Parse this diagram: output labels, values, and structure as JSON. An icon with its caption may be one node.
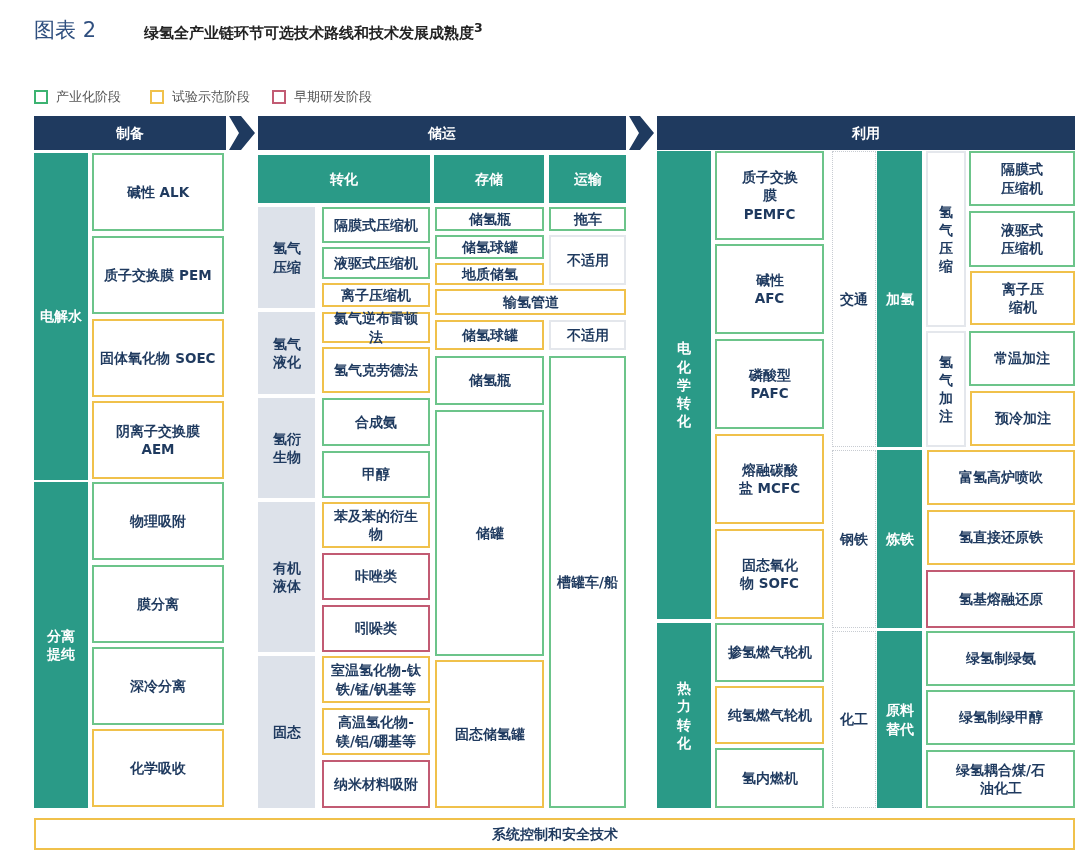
{
  "diagram": {
    "title": "绿氢全产业链环节可选技术路线和技术发展成熟度$^{3}$",
    "labels": [
      "图表 2"
    ],
    "legend": [
      {
        "text": "产业化阶段",
        "color": "#3cb371"
      },
      {
        "text": "试验示范阶段",
        "color": "#f0c14b"
      },
      {
        "text": "早期研发阶段",
        "color": "#c25b73"
      }
    ],
    "nodes": [
      {
        "text": [
          "制备"
        ]
      },
      {
        "text": [
          "储运"
        ]
      },
      {
        "text": [
          "利用"
        ]
      },
      {
        "text": [
          "电解水"
        ]
      },
      {
        "text": [
          "碱性 ALK"
        ]
      },
      {
        "text": [
          "质子交换膜 PEM"
        ]
      },
      {
        "text": [
          "固体氧化物 SOEC"
        ]
      },
      {
        "text": [
          "阴离子交换膜 AEM"
        ]
      },
      {
        "text": [
          "分离提纯"
        ]
      },
      {
        "text": [
          "物理吸附"
        ]
      },
      {
        "text": [
          "膜分离"
        ]
      },
      {
        "text": [
          "深冷分离"
        ]
      },
      {
        "text": [
          "化学吸收"
        ]
      },
      {
        "text": [
          "转化"
        ]
      },
      {
        "text": [
          "存储"
        ]
      },
      {
        "text": [
          "运输"
        ]
      },
      {
        "text": [
          "氢气压缩"
        ]
      },
      {
        "text": [
          "隔膜式压缩机"
        ]
      },
      {
        "text": [
          "液驱式压缩机"
        ]
      },
      {
        "text": [
          "离子压缩机"
        ]
      },
      {
        "text": [
          "储氢瓶"
        ]
      },
      {
        "text": [
          "拖车"
        ]
      },
      {
        "text": [
          "储氢球罐"
        ]
      },
      {
        "text": [
          "不适用"
        ]
      },
      {
        "text": [
          "地质储氢"
        ]
      },
      {
        "text": [
          "输氢管道"
        ]
      },
      {
        "text": [
          "氢气液化"
        ]
      },
      {
        "text": [
          "氦气逆布雷顿法"
        ]
      },
      {
        "text": [
          "氢气克劳德法"
        ]
      },
      {
        "text": [
          "储氢球罐"
        ]
      },
      {
        "text": [
          "不适用"
        ]
      },
      {
        "text": [
          "储氢瓶"
        ]
      },
      {
        "text": [
          "氢衍生物"
        ]
      },
      {
        "text": [
          "合成氨"
        ]
      },
      {
        "text": [
          "甲醇"
        ]
      },
      {
        "text": [
          "有机液体"
        ]
      },
      {
        "text": [
          "苯及苯的衍生物"
        ]
      },
      {
        "text": [
          "咔唑类"
        ]
      },
      {
        "text": [
          "吲哚类"
        ]
      },
      {
        "text": [
          "储罐"
        ]
      },
      {
        "text": [
          "槽罐车/船"
        ]
      },
      {
        "text": [
          "固态"
        ]
      },
      {
        "text": [
          "室温氢化物-钛铁/锰/钒基等"
        ]
      },
      {
        "text": [
          "高温氢化物-镁/铝/硼基等"
        ]
      },
      {
        "text": [
          "纳米材料吸附"
        ]
      },
      {
        "text": [
          "固态储氢罐"
        ]
      },
      {
        "text": [
          "电化学转化"
        ]
      },
      {
        "text": [
          "质子交换膜 PEMFC"
        ]
      },
      {
        "text": [
          "碱性 AFC"
        ]
      },
      {
        "text": [
          "磷酸型 PAFC"
        ]
      },
      {
        "text": [
          "熔融碳酸盐 MCFC"
        ]
      },
      {
        "text": [
          "固态氧化物 SOFC"
        ]
      },
      {
        "text": [
          "热力转化"
        ]
      },
      {
        "text": [
          "掺氢燃气轮机"
        ]
      },
      {
        "text": [
          "纯氢燃气轮机"
        ]
      },
      {
        "text": [
          "氢内燃机"
        ]
      },
      {
        "text": [
          "交通"
        ]
      },
      {
        "text": [
          "加氢"
        ]
      },
      {
        "text": [
          "氢气压缩"
        ]
      },
      {
        "text": [
          "隔膜式压缩机"
        ]
      },
      {
        "text": [
          "液驱式压缩机"
        ]
      },
      {
        "text": [
          "离子压缩机"
        ]
      },
      {
        "text": [
          "氢气加注"
        ]
      },
      {
        "text": [
          "常温加注"
        ]
      },
      {
        "text": [
          "预冷加注"
        ]
      },
      {
        "text": [
          "钢铁"
        ]
      },
      {
        "text": [
          "炼铁"
        ]
      },
      {
        "text": [
          "富氢高炉喷吹"
        ]
      },
      {
        "text": [
          "氢直接还原铁"
        ]
      },
      {
        "text": [
          "氢基熔融还原"
        ]
      },
      {
        "text": [
          "化工"
        ]
      },
      {
        "text": [
          "原料替代"
        ]
      },
      {
        "text": [
          "绿氢制绿氨"
        ]
      },
      {
        "text": [
          "绿氢制绿甲醇"
        ]
      },
      {
        "text": [
          "绿氢耦合煤/石油化工"
        ]
      },
      {
        "text": [
          "系统控制和安全技术"
        ]
      }
    ],
    "edges": [
      {
        "from": 0,
        "to": 1,
        "arrow": "to"
      },
      {
        "from": 1,
        "to": 2,
        "arrow": "to"
      }
    ]
  }
}
